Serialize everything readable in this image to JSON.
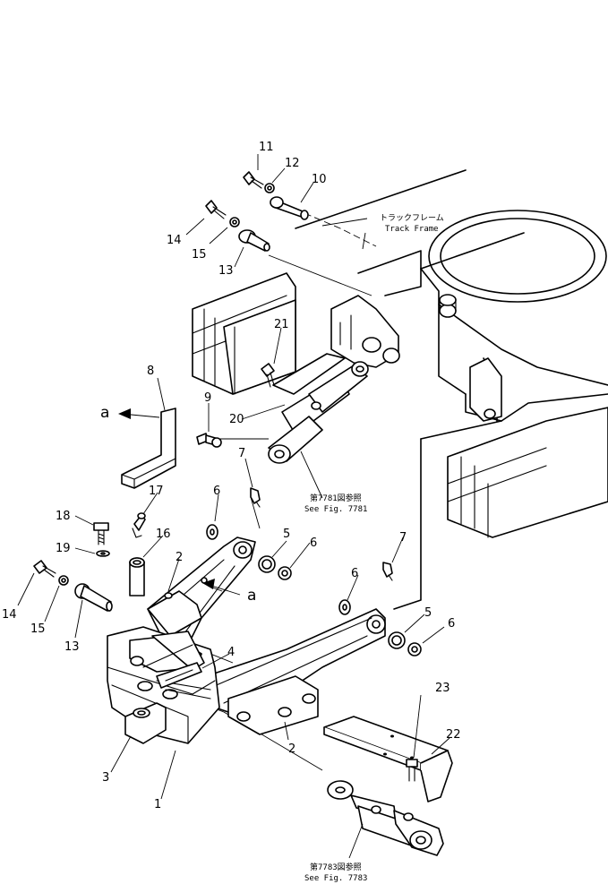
{
  "callouts": {
    "c1": "1",
    "c2a": "2",
    "c2b": "2",
    "c3": "3",
    "c4": "4",
    "c5a": "5",
    "c5b": "5",
    "c6a": "6",
    "c6b": "6",
    "c6c": "6",
    "c6d": "6",
    "c7a": "7",
    "c7b": "7",
    "c8": "8",
    "c9": "9",
    "c10": "10",
    "c11": "11",
    "c12": "12",
    "c13a": "13",
    "c13b": "13",
    "c14a": "14",
    "c14b": "14",
    "c15a": "15",
    "c15b": "15",
    "c16": "16",
    "c17": "17",
    "c18": "18",
    "c19": "19",
    "c20": "20",
    "c21": "21",
    "c22": "22",
    "c23": "23"
  },
  "view_markers": {
    "a_left": "a",
    "a_mid": "a"
  },
  "notes": {
    "track_frame_jp": "トラックフレーム",
    "track_frame_en": "Track Frame",
    "ref1_jp": "第7781図参照",
    "ref1_en": "See Fig. 7781",
    "ref2_jp": "第7783図参照",
    "ref2_en": "See Fig. 7783"
  }
}
